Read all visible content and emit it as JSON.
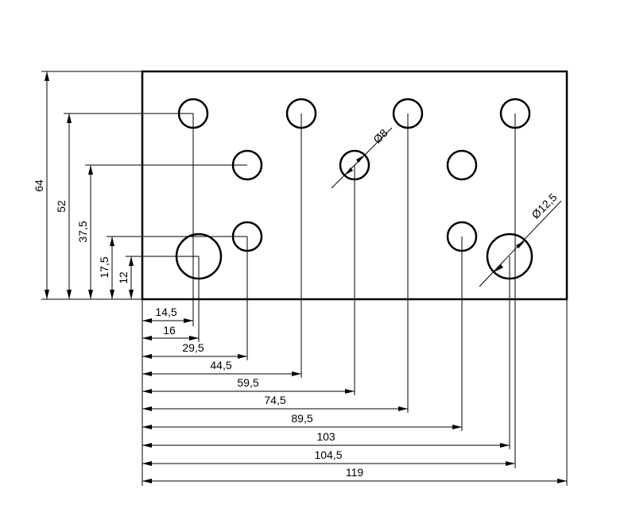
{
  "drawing": {
    "vertical_dims": [
      {
        "id": "64",
        "label": "64"
      },
      {
        "id": "52",
        "label": "52"
      },
      {
        "id": "37_5",
        "label": "37,5"
      },
      {
        "id": "17_5",
        "label": "17,5"
      },
      {
        "id": "12",
        "label": "12"
      }
    ],
    "horizontal_dims": [
      {
        "id": "14_5",
        "label": "14,5"
      },
      {
        "id": "16",
        "label": "16"
      },
      {
        "id": "29_5",
        "label": "29,5"
      },
      {
        "id": "44_5",
        "label": "44,5"
      },
      {
        "id": "59_5",
        "label": "59,5"
      },
      {
        "id": "74_5",
        "label": "74,5"
      },
      {
        "id": "89_5",
        "label": "89,5"
      },
      {
        "id": "103",
        "label": "103"
      },
      {
        "id": "104_5",
        "label": "104,5"
      },
      {
        "id": "119",
        "label": "119"
      }
    ],
    "diameter_dims": [
      {
        "id": "d8",
        "label": "Ø8"
      },
      {
        "id": "d12_5",
        "label": "Ø12,5"
      }
    ]
  }
}
